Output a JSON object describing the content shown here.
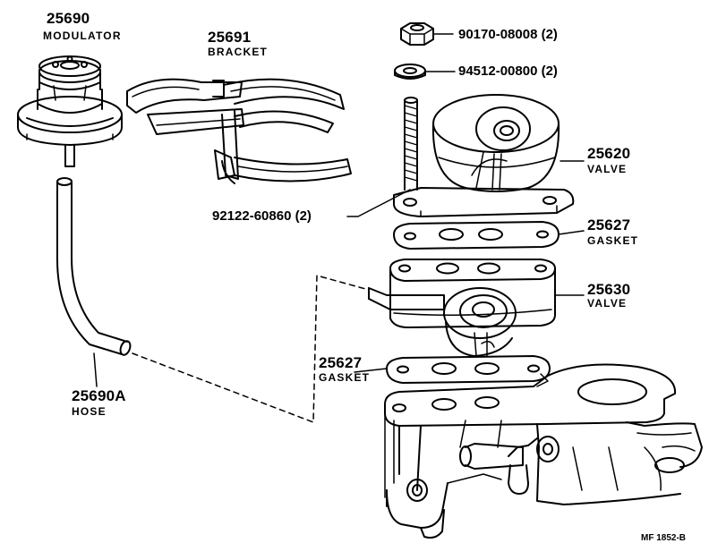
{
  "parts": {
    "modulator": {
      "number": "25690",
      "name": "MODULATOR"
    },
    "bracket": {
      "number": "25691",
      "name": "BRACKET"
    },
    "nut": {
      "code": "90170-08008 (2)"
    },
    "washer": {
      "code": "94512-00800 (2)"
    },
    "valve_upper": {
      "number": "25620",
      "name": "VALVE"
    },
    "stud": {
      "code": "92122-60860 (2)"
    },
    "gasket_upper": {
      "number": "25627",
      "name": "GASKET"
    },
    "valve_lower": {
      "number": "25630",
      "name": "VALVE"
    },
    "gasket_lower": {
      "number": "25627",
      "name": "GASKET"
    },
    "hose": {
      "number": "25690A",
      "name": "HOSE"
    }
  },
  "figure_code": "MF 1852-B",
  "colors": {
    "ink": "#000000",
    "paper": "#ffffff"
  }
}
